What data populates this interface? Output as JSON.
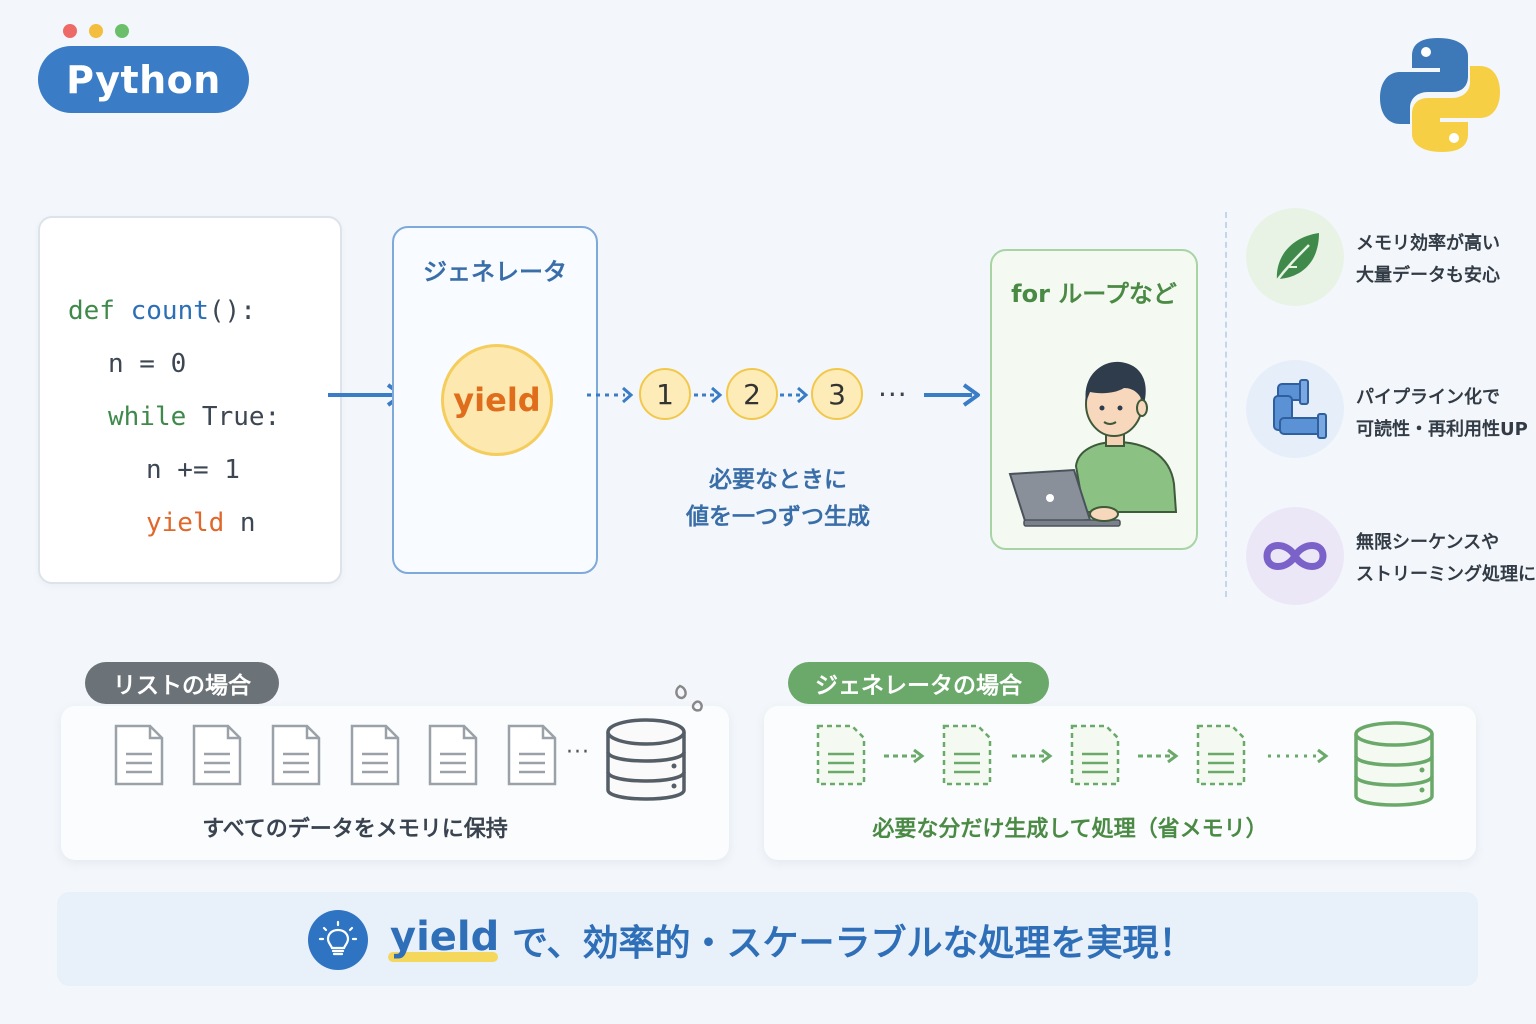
{
  "badge": {
    "label": "Python"
  },
  "code": {
    "line1_kw": "def",
    "line1_fn": "count",
    "line1_rest": "():",
    "line2": "n = 0",
    "line3_kw": "while",
    "line3_rest": " True:",
    "line4": "n += 1",
    "line5_kw": "yield",
    "line5_rest": " n"
  },
  "generator": {
    "title": "ジェネレータ",
    "yield_label": "yield"
  },
  "sequence": {
    "values": [
      "1",
      "2",
      "3"
    ],
    "ellipsis": "···"
  },
  "caption": {
    "line1": "必要なときに",
    "line2": "値を一つずつ生成"
  },
  "consumer": {
    "title": "for ループなど"
  },
  "benefits": [
    {
      "icon": "leaf-icon",
      "line1": "メモリ効率が高い",
      "line2": "大量データも安心"
    },
    {
      "icon": "pipe-icon",
      "line1": "パイプライン化で",
      "line2": "可読性・再利用性UP"
    },
    {
      "icon": "infinity-icon",
      "line1": "無限シーケンスや",
      "line2": "ストリーミング処理に最適"
    }
  ],
  "list_case": {
    "pill": "リストの場合",
    "caption": "すべてのデータをメモリに保持",
    "ellipsis": "···"
  },
  "generator_case": {
    "pill": "ジェネレータの場合",
    "caption": "必要な分だけ生成して処理（省メモリ）"
  },
  "banner": {
    "keyword": "yield",
    "text": "で、効率的・スケーラブルな処理を実現！"
  },
  "colors": {
    "blue": "#3a7cc5",
    "yellow": "#f2c84c",
    "green": "#6aa96a",
    "gray_pill": "#6b7278",
    "purple": "#7b62c9"
  }
}
